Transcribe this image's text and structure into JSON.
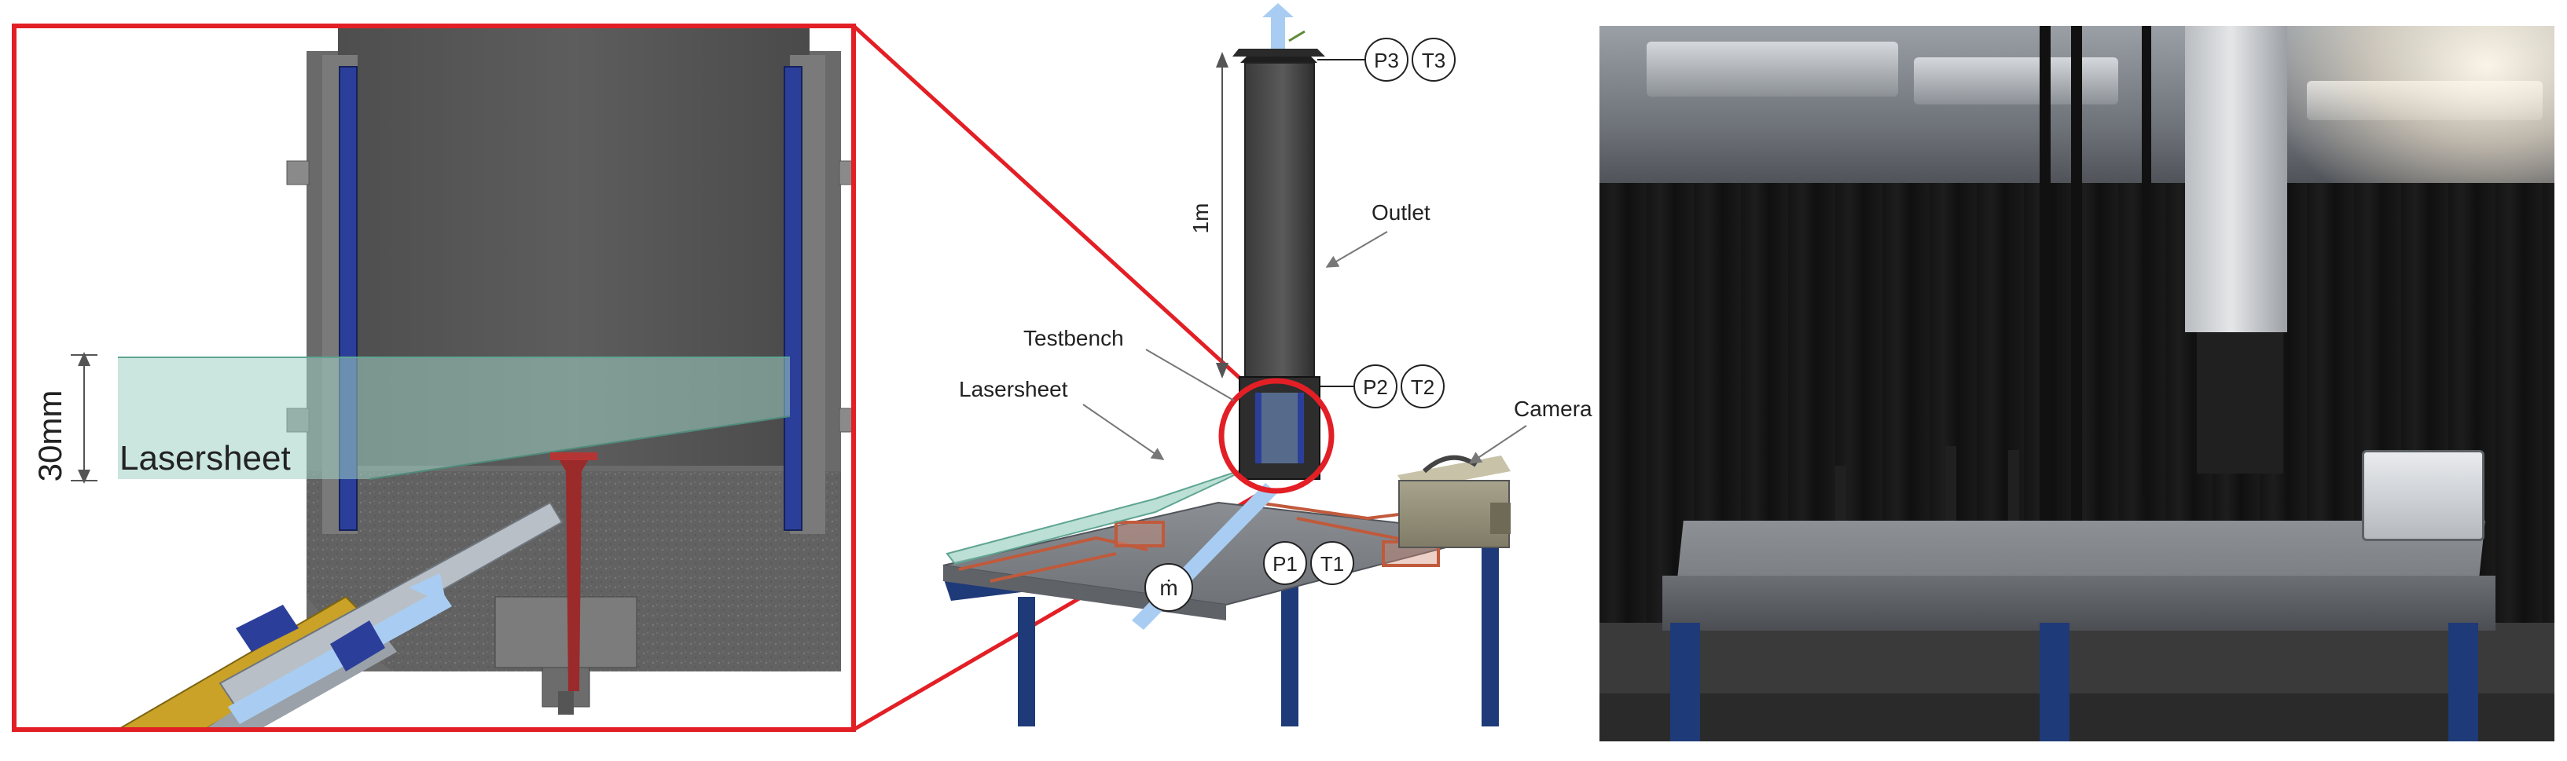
{
  "labels": {
    "inset_scale": "30mm",
    "inset_lasersheet": "Lasersheet",
    "height": "1m",
    "outlet": "Outlet",
    "testbench": "Testbench",
    "lasersheet": "Lasersheet",
    "camera": "Camera",
    "p3": "P3",
    "t3": "T3",
    "p2": "P2",
    "t2": "T2",
    "p1": "P1",
    "t1": "T1",
    "mdot": "ṁ"
  },
  "colors": {
    "highlight": "#e31f26",
    "laser": "#9fd1c5",
    "flow_arrow": "#a9cdf2",
    "frame_blue": "#1f3a78",
    "heater_blue": "#2b3f9a",
    "injector_red": "#9b2a2a",
    "fuel_gold": "#c9a227"
  }
}
